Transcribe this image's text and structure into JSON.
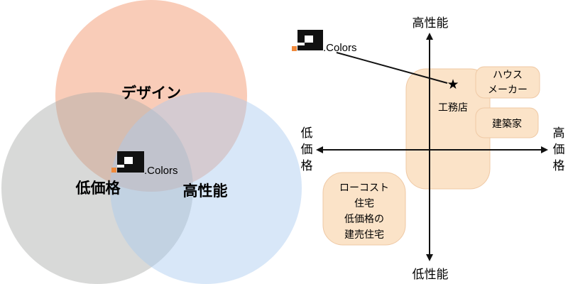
{
  "venn": {
    "circles": [
      {
        "label": "デザイン",
        "color": "#f4a27e"
      },
      {
        "label": "低価格",
        "color": "#b9bab9"
      },
      {
        "label": "高性能",
        "color": "#b7d2f2"
      }
    ],
    "center_logo": ".Colors"
  },
  "positioning": {
    "axis": {
      "top": "高性能",
      "bottom": "低性能",
      "left": [
        "低",
        "価",
        "格"
      ],
      "right": [
        "高",
        "価",
        "格"
      ]
    },
    "logo": ".Colors",
    "star": "★",
    "clusters": {
      "koumuten": "工務店",
      "house_maker": [
        "ハウス",
        "メーカー"
      ],
      "kenchikuka": "建築家",
      "lowcost": [
        "ローコスト",
        "住宅",
        "低価格の",
        "建売住宅"
      ]
    },
    "colors": {
      "box_fill": "#fbe3c8",
      "box_stroke": "#efc9a5",
      "logo_accent": "#f08a3c",
      "logo_dark": "#111111"
    }
  }
}
